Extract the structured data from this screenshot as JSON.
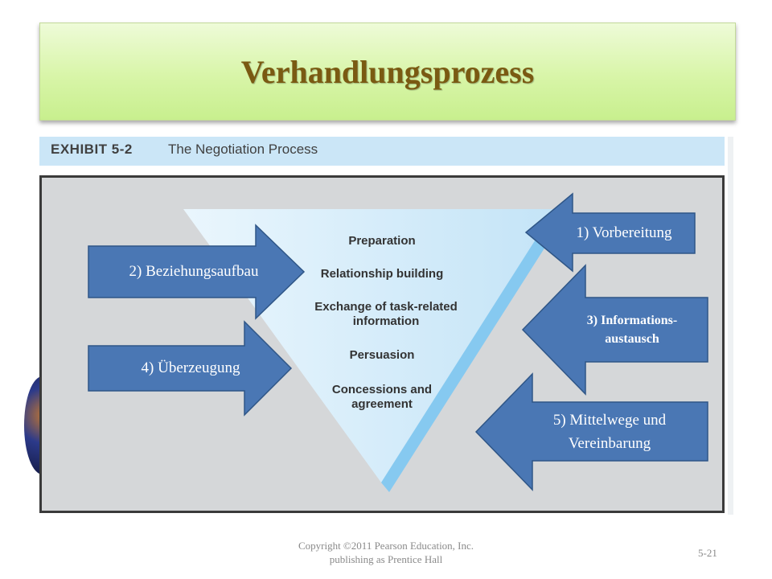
{
  "slide": {
    "title": "Verhandlungsprozess"
  },
  "exhibit": {
    "label": "EXHIBIT 5-2",
    "title": "The Negotiation Process"
  },
  "stages": [
    "Preparation",
    "Relationship building",
    "Exchange of task-related information",
    "Persuasion",
    "Concessions and agreement"
  ],
  "arrows": {
    "vorbereitung": "1) Vorbereitung",
    "beziehungsaufbau": "2) Beziehungsaufbau",
    "informationsaustausch": "3) Informations-austausch",
    "ueberzeugung": "4) Überzeugung",
    "mittelwege": "5) Mittelwege und Vereinbarung"
  },
  "footer": {
    "copyright_line1": "Copyright ©2011 Pearson Education, Inc.",
    "copyright_line2": "publishing as Prentice Hall",
    "slide_number": "5-21"
  },
  "colors": {
    "title_text": "#7a5a12",
    "arrow_fill": "#4a77b4",
    "triangle_light": "#d6ecf9",
    "triangle_edge": "#7ec4ee",
    "panel_bg": "#d5d7d9"
  }
}
